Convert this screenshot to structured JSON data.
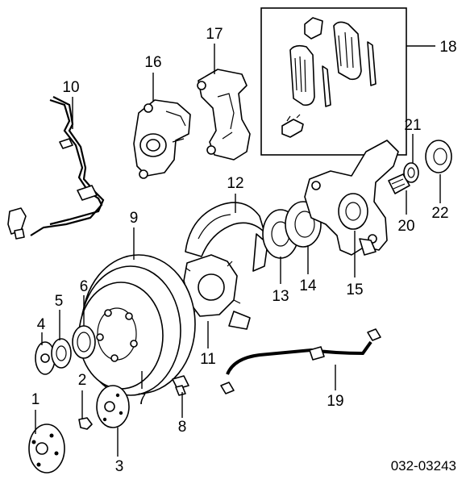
{
  "diagram": {
    "callouts": [
      {
        "id": "1",
        "text": "1"
      },
      {
        "id": "2",
        "text": "2"
      },
      {
        "id": "3",
        "text": "3"
      },
      {
        "id": "4",
        "text": "4"
      },
      {
        "id": "5",
        "text": "5"
      },
      {
        "id": "6",
        "text": "6"
      },
      {
        "id": "7",
        "text": "7"
      },
      {
        "id": "8",
        "text": "8"
      },
      {
        "id": "9",
        "text": "9"
      },
      {
        "id": "10",
        "text": "10"
      },
      {
        "id": "11",
        "text": "11"
      },
      {
        "id": "12",
        "text": "12"
      },
      {
        "id": "13",
        "text": "13"
      },
      {
        "id": "14",
        "text": "14"
      },
      {
        "id": "15",
        "text": "15"
      },
      {
        "id": "16",
        "text": "16"
      },
      {
        "id": "17",
        "text": "17"
      },
      {
        "id": "18",
        "text": "18"
      },
      {
        "id": "19",
        "text": "19"
      },
      {
        "id": "20",
        "text": "20"
      },
      {
        "id": "21",
        "text": "21"
      },
      {
        "id": "22",
        "text": "22"
      }
    ],
    "diagram_code": "032-03243"
  },
  "colors": {
    "line": "#000000",
    "background": "#ffffff"
  }
}
